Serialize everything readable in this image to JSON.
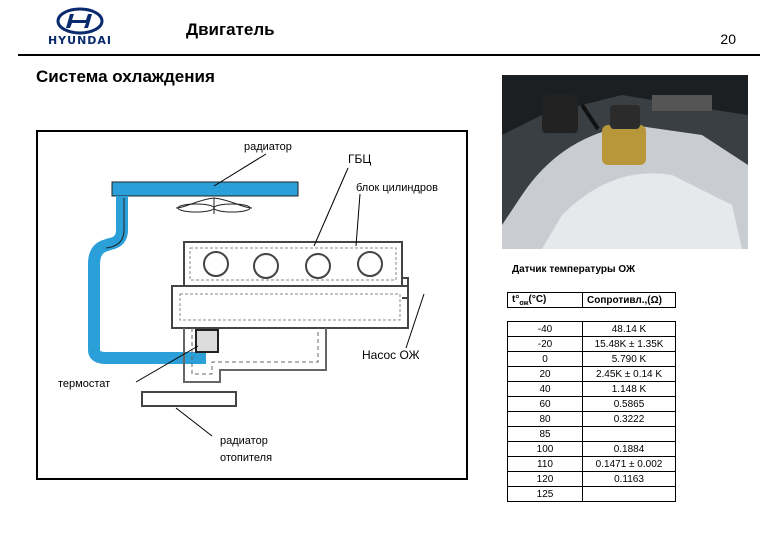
{
  "header": {
    "logo_text": "HYUNDAI",
    "title": "Двигатель",
    "page_number": "20"
  },
  "section_title": "Система охлаждения",
  "diagram": {
    "labels": {
      "radiator": "радиатор",
      "head": "ГБЦ",
      "block": "блок цилиндров",
      "pump": "Насос ОЖ",
      "thermostat": "термостат",
      "heater_line1": "радиатор",
      "heater_line2": "отопителя"
    },
    "coolant_color": "#2a9fd8"
  },
  "sensor": {
    "title": "Датчик температуры ОЖ",
    "col_temp_main": "t°",
    "col_temp_sub": "ож",
    "col_temp_unit": "(°C)",
    "col_resist": "Сопротивл.,(Ω)",
    "rows": [
      {
        "t": "-40",
        "r": "48.14 K"
      },
      {
        "t": "-20",
        "r": "15.48K ± 1.35K"
      },
      {
        "t": "0",
        "r": "5.790 K"
      },
      {
        "t": "20",
        "r": "2.45K ± 0.14 K"
      },
      {
        "t": "40",
        "r": "1.148 K"
      },
      {
        "t": "60",
        "r": "0.5865"
      },
      {
        "t": "80",
        "r": "0.3222"
      },
      {
        "t": "85",
        "r": ""
      },
      {
        "t": "100",
        "r": "0.1884"
      },
      {
        "t": "110",
        "r": "0.1471 ± 0.002"
      },
      {
        "t": "120",
        "r": "0.1163"
      },
      {
        "t": "125",
        "r": ""
      }
    ]
  }
}
